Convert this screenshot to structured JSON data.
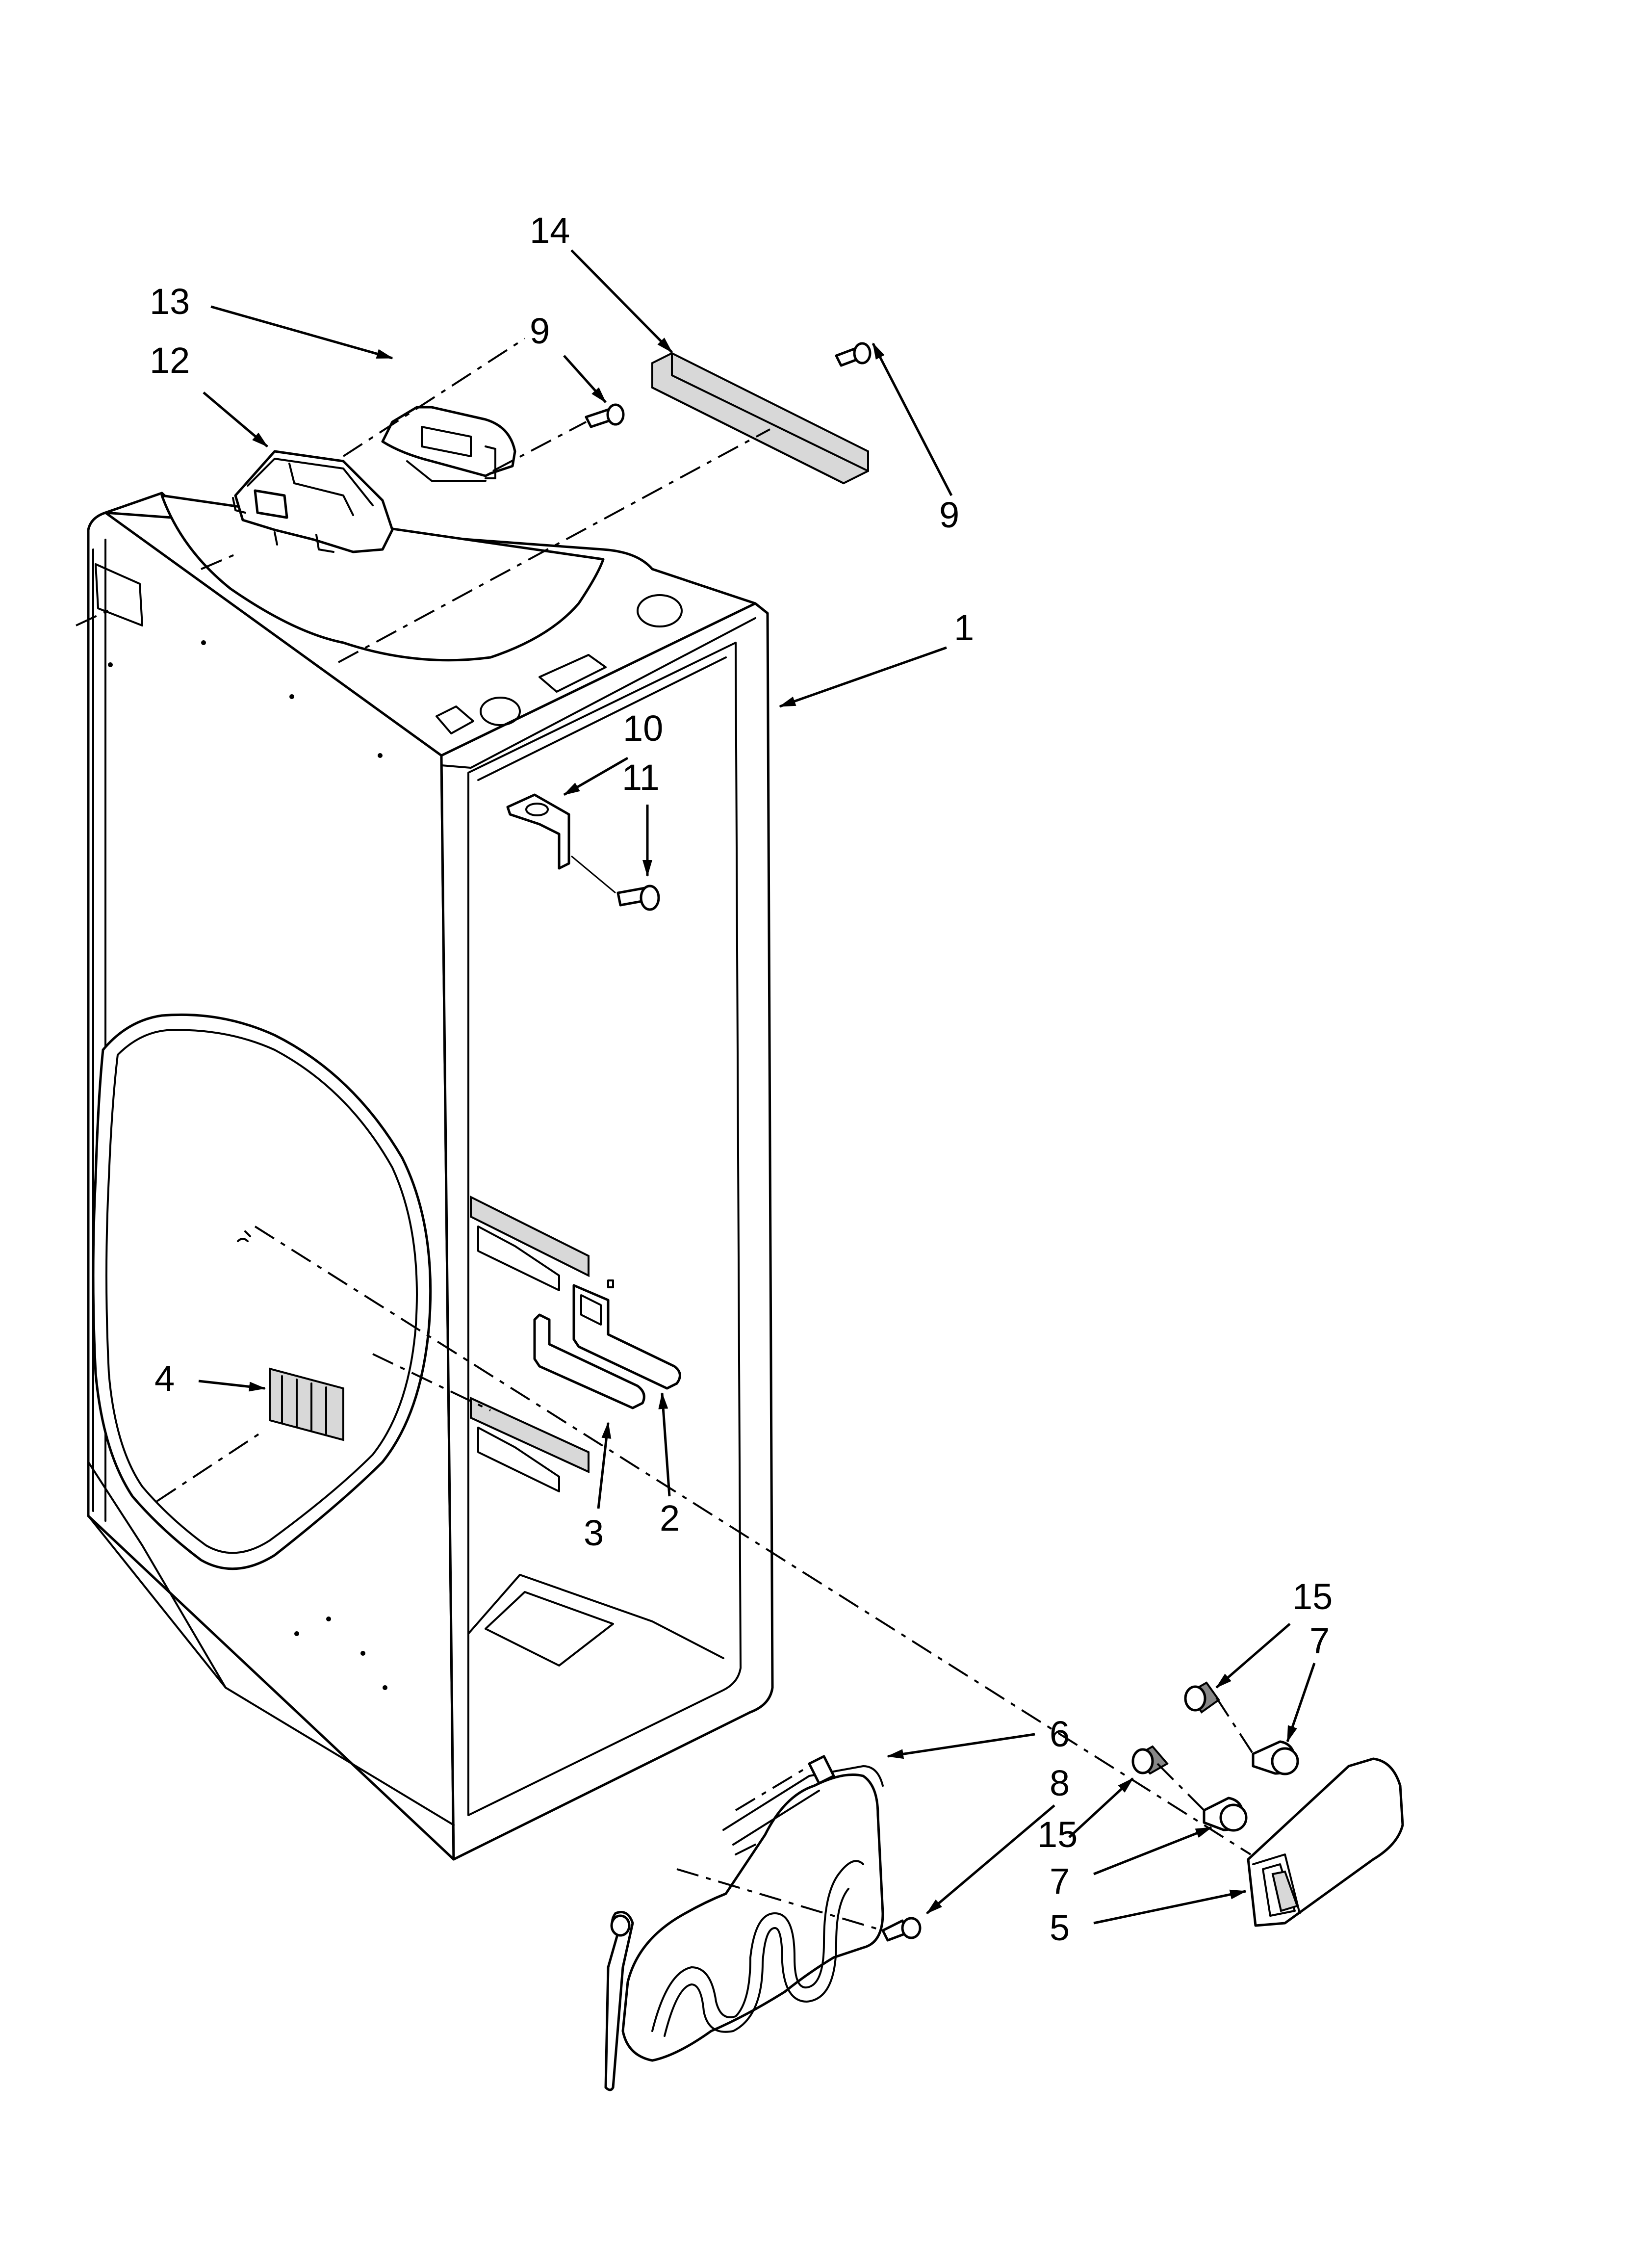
{
  "diagram": {
    "callouts": [
      {
        "id": "c14",
        "label": "14"
      },
      {
        "id": "c13",
        "label": "13"
      },
      {
        "id": "c9a",
        "label": "9"
      },
      {
        "id": "c12",
        "label": "12"
      },
      {
        "id": "c9b",
        "label": "9"
      },
      {
        "id": "c1",
        "label": "1"
      },
      {
        "id": "c10",
        "label": "10"
      },
      {
        "id": "c11",
        "label": "11"
      },
      {
        "id": "c4",
        "label": "4"
      },
      {
        "id": "c3",
        "label": "3"
      },
      {
        "id": "c2",
        "label": "2"
      },
      {
        "id": "c15a",
        "label": "15"
      },
      {
        "id": "c7a",
        "label": "7"
      },
      {
        "id": "c6",
        "label": "6"
      },
      {
        "id": "c8",
        "label": "8"
      },
      {
        "id": "c15b",
        "label": "15"
      },
      {
        "id": "c7b",
        "label": "7"
      },
      {
        "id": "c5",
        "label": "5"
      }
    ]
  }
}
